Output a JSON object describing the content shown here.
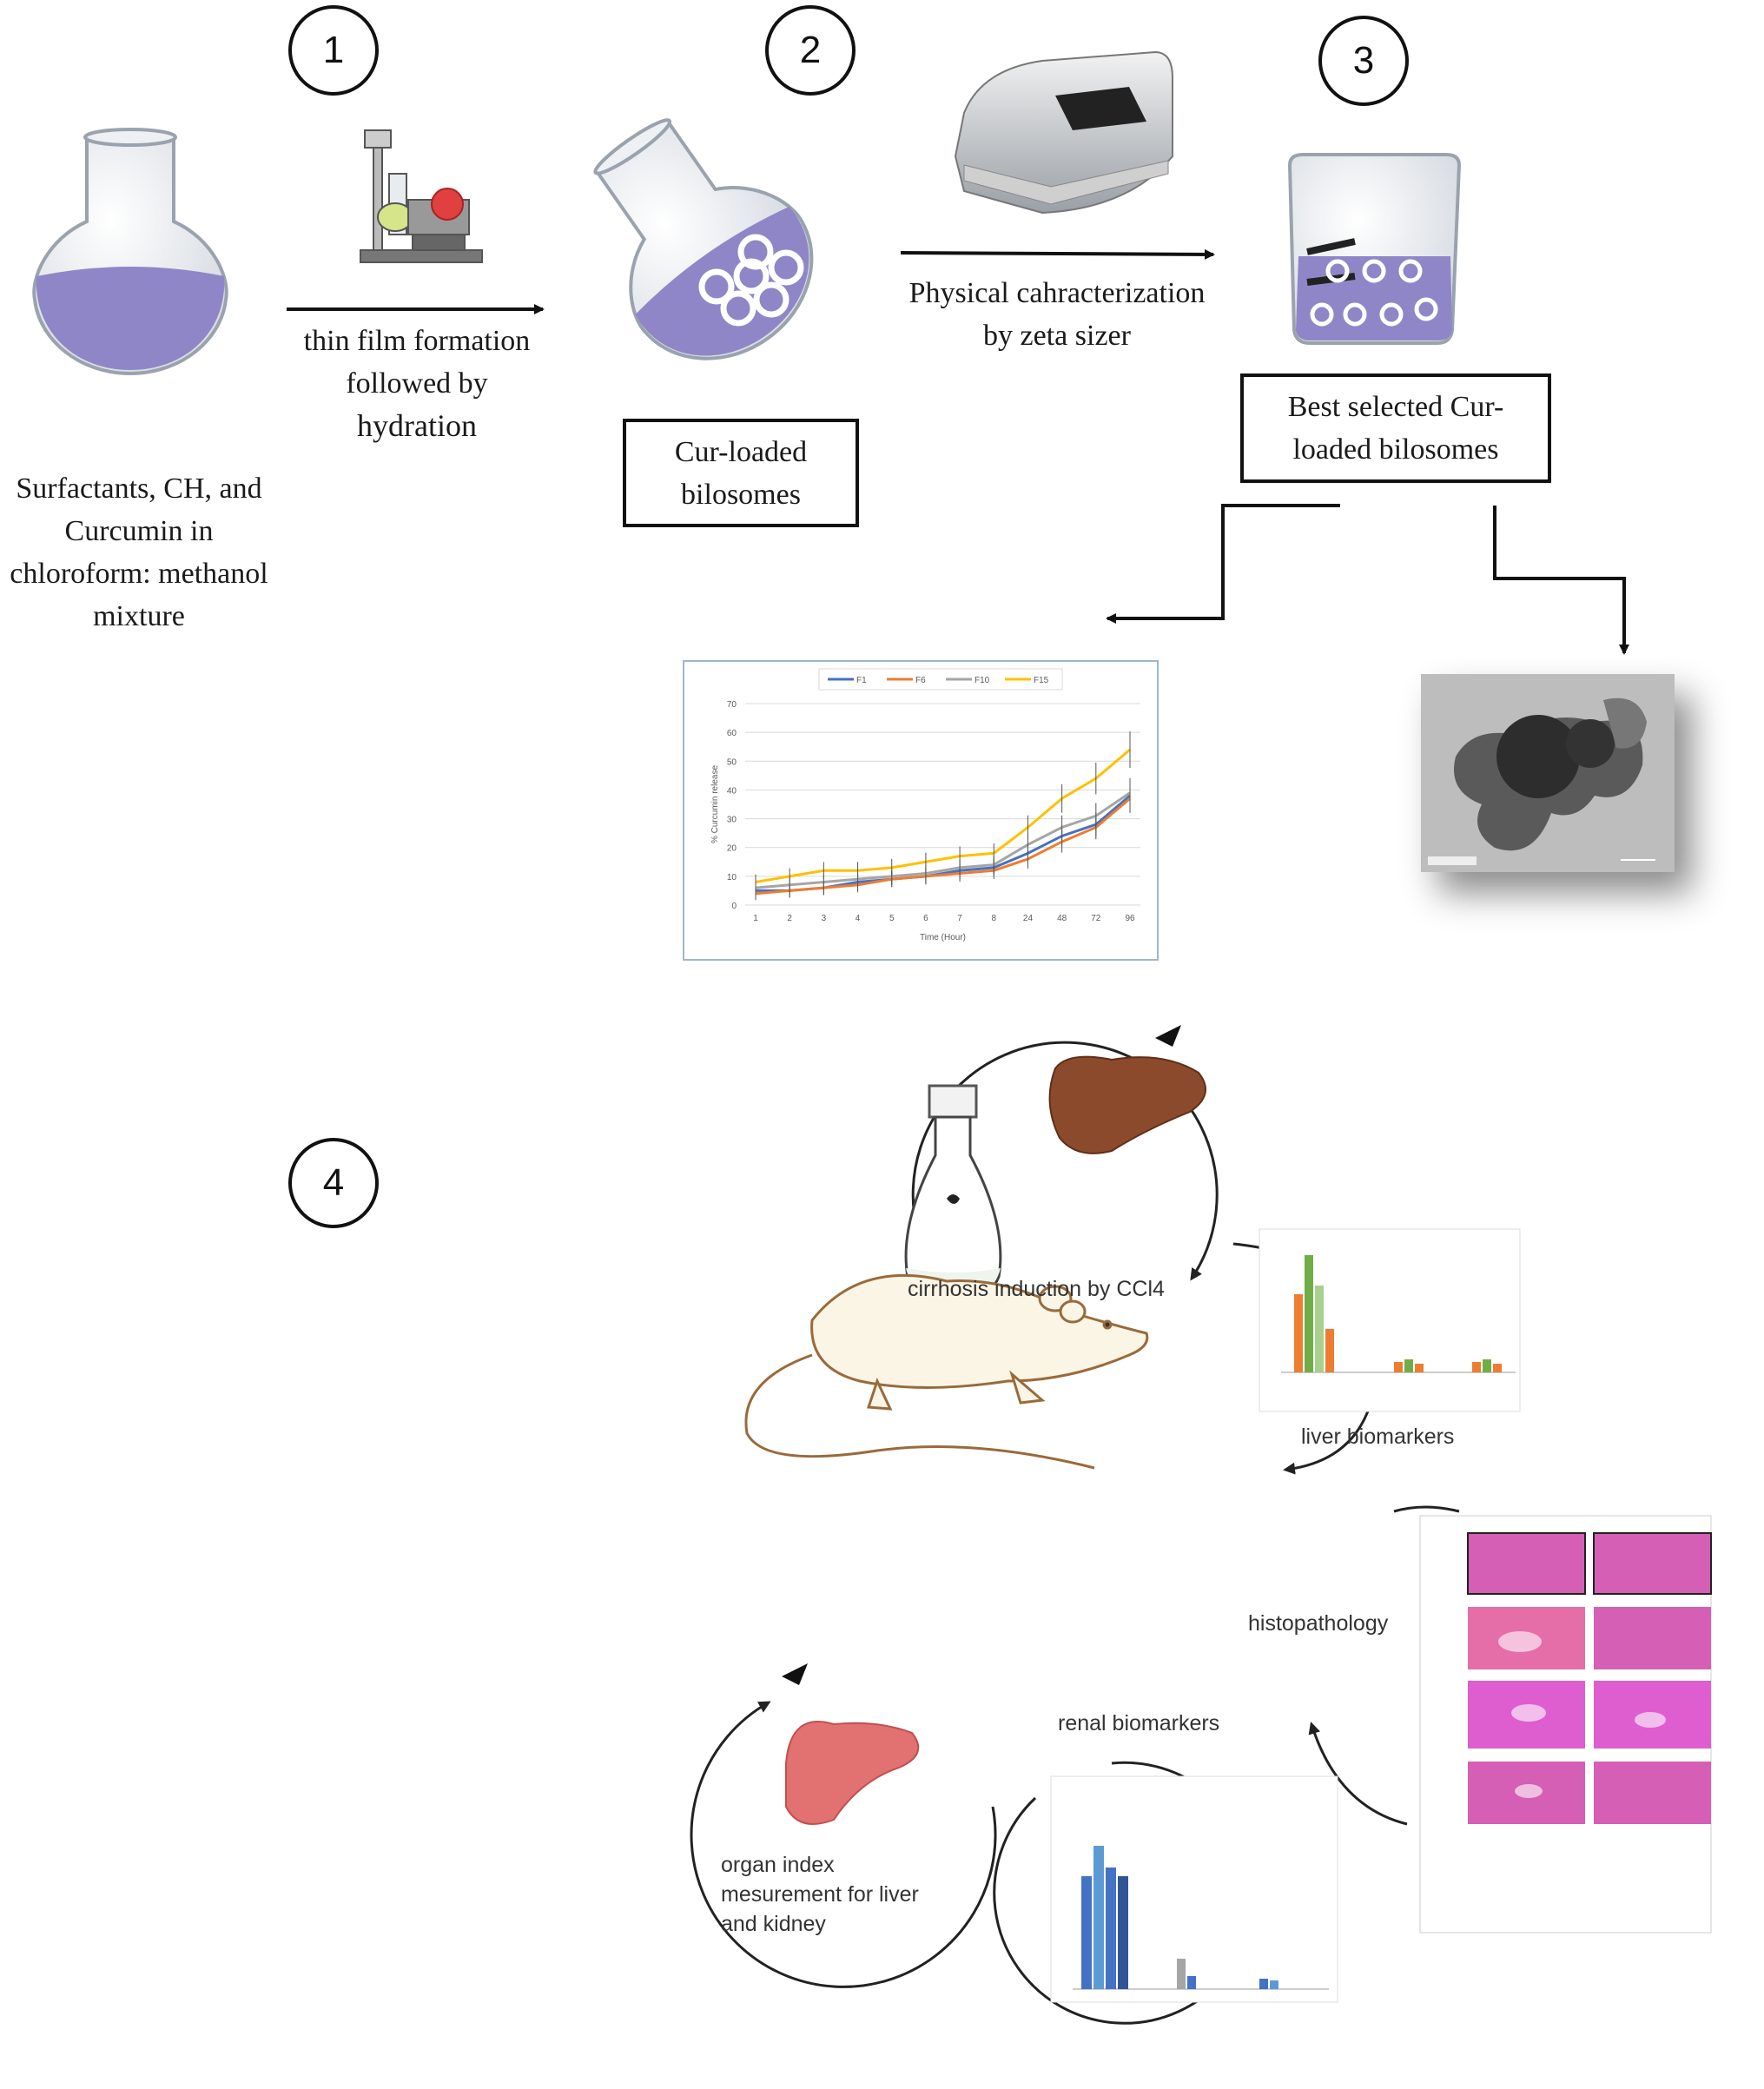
{
  "steps": {
    "s1": "1",
    "s2": "2",
    "s3": "3",
    "s4": "4"
  },
  "labels": {
    "start_materials": [
      "Surfactants, CH, and",
      "Curcumin in",
      "chloroform: methanol",
      "mixture"
    ],
    "thin_film": [
      "thin film formation",
      "followed by",
      "hydration"
    ],
    "cur_loaded": [
      "Cur-loaded",
      "bilosomes"
    ],
    "physical_char": [
      "Physical cahracterization",
      "by zeta sizer"
    ],
    "best_selected": [
      "Best selected Cur-",
      "loaded bilosomes"
    ]
  },
  "cycle": {
    "cirrhosis": "cirrhosis induction by CCl4",
    "liver_biomarkers": "liver biomarkers",
    "histopathology": "histopathology",
    "renal_biomarkers": "renal biomarkers",
    "organ_index": [
      "organ index",
      "mesurement for liver",
      "and kidney"
    ]
  },
  "colors": {
    "flask_liquid": "#8f86c8",
    "f1": "#4472c4",
    "f6": "#ed7d31",
    "f10": "#a5a5a5",
    "f15": "#ffc000",
    "he_stain": "#d45fb4",
    "rat_fill": "#fbf5e6",
    "rat_stroke": "#9a6a3a"
  },
  "chart_data": {
    "type": "line",
    "x": [
      "1",
      "2",
      "3",
      "4",
      "5",
      "6",
      "7",
      "8",
      "24",
      "48",
      "72",
      "96"
    ],
    "xlabel": "Time (Hour)",
    "ylabel": "% Curcumin release",
    "ylim": [
      0,
      70
    ],
    "yticks": [
      "0",
      "10",
      "20",
      "30",
      "40",
      "50",
      "60",
      "70"
    ],
    "grid": true,
    "legend_position": "top",
    "series": [
      {
        "name": "F1",
        "color": "#4472c4",
        "values": [
          5,
          5,
          6,
          8,
          9,
          10,
          12,
          13,
          18,
          24,
          28,
          38
        ]
      },
      {
        "name": "F6",
        "color": "#ed7d31",
        "values": [
          4,
          5,
          6,
          7,
          9,
          10,
          11,
          12,
          16,
          22,
          27,
          37
        ]
      },
      {
        "name": "F10",
        "color": "#a5a5a5",
        "values": [
          6,
          7,
          8,
          9,
          10,
          11,
          13,
          14,
          21,
          27,
          31,
          39
        ]
      },
      {
        "name": "F15",
        "color": "#ffc000",
        "values": [
          8,
          10,
          12,
          12,
          13,
          15,
          17,
          18,
          27,
          37,
          44,
          54
        ]
      }
    ]
  }
}
